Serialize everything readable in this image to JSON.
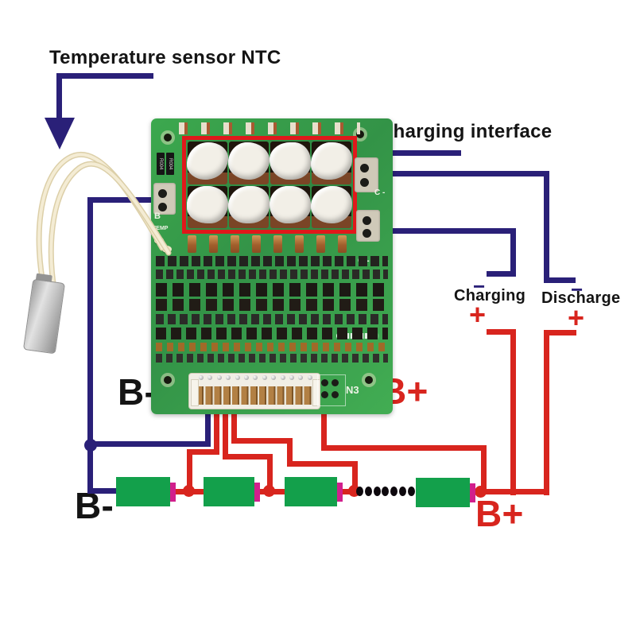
{
  "labels": {
    "temperature_sensor": "Temperature sensor NTC",
    "charging_interface": "Charging interface",
    "charging": "Charging",
    "discharge": "Discharge",
    "board_b_minus": "B-",
    "board_b_plus": "B+",
    "pack_b_minus": "B-",
    "pack_b_plus": "B+"
  },
  "signs": {
    "minus": "−",
    "plus": "+"
  },
  "board": {
    "silkscreen": {
      "connector": "N3",
      "resistor": "R004",
      "b_pad": "B",
      "temp_pad": "TEMP",
      "c_pad": "C -"
    },
    "mosfet_rows": 2,
    "mosfet_cols": 4,
    "fuse_count": 8,
    "connector_pins": 13
  },
  "batteries": {
    "count": 4,
    "ellipsis_dots": 7
  },
  "colors": {
    "wire_negative": "#2a2078",
    "wire_positive": "#d8251e",
    "highlight_box": "#e0181b",
    "board_green": "#38a44b",
    "battery_green": "#13a04b",
    "battery_cap_magenta": "#d11f8c",
    "ntc_cable_cream": "#f0e7cd",
    "label_black": "#141414"
  }
}
